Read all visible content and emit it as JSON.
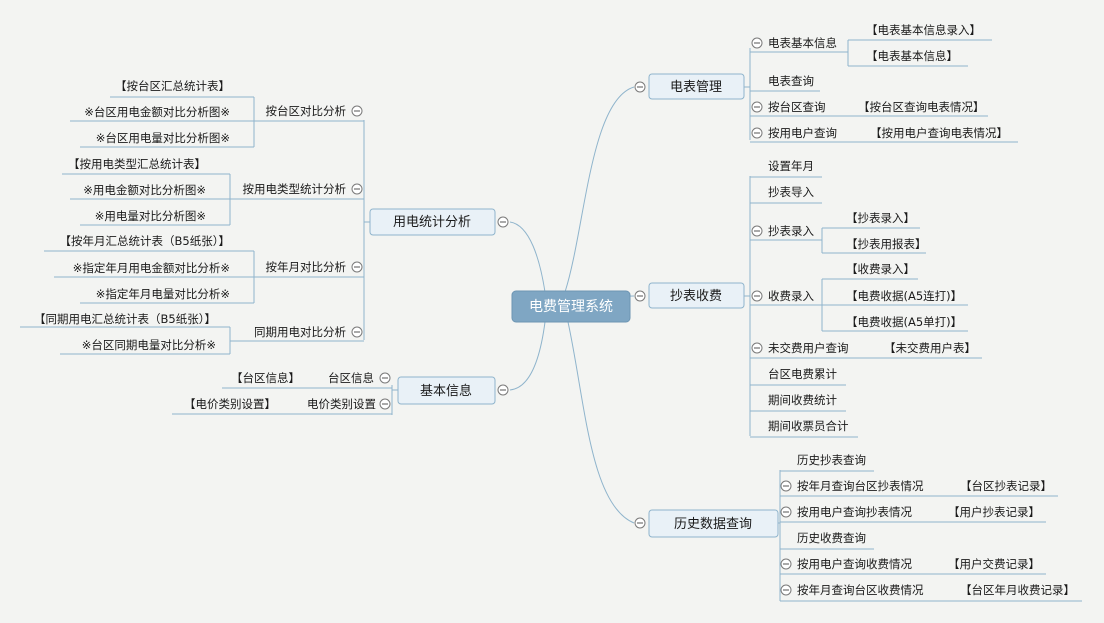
{
  "root": {
    "label": "电费管理系统"
  },
  "branches": {
    "meter_mgmt": {
      "label": "电表管理",
      "items": {
        "basic_info": {
          "label": "电表基本信息",
          "children": [
            "【电表基本信息录入】",
            "【电表基本信息】"
          ]
        },
        "query": {
          "label": "电表查询"
        },
        "by_area": {
          "label": "按台区查询",
          "children": [
            "【按台区查询电表情况】"
          ]
        },
        "by_user": {
          "label": "按用电户查询",
          "children": [
            "【按用电户查询电表情况】"
          ]
        }
      }
    },
    "reading_fee": {
      "label": "抄表收费",
      "items": {
        "set_month": {
          "label": "设置年月"
        },
        "import": {
          "label": "抄表导入"
        },
        "entry": {
          "label": "抄表录入",
          "children": [
            "【抄表录入】",
            "【抄表用报表】"
          ]
        },
        "fee_entry": {
          "label": "收费录入",
          "children": [
            "【收费录入】",
            "【电费收据(A5连打)】",
            "【电费收据(A5单打)】"
          ]
        },
        "unpaid": {
          "label": "未交费用户查询",
          "children": [
            "【未交费用户表】"
          ]
        },
        "area_total": {
          "label": "台区电费累计"
        },
        "period_stat": {
          "label": "期间收费统计"
        },
        "collector_total": {
          "label": "期间收票员合计"
        }
      }
    },
    "history": {
      "label": "历史数据查询",
      "items": {
        "hist_reading": {
          "label": "历史抄表查询"
        },
        "area_reading": {
          "label": "按年月查询台区抄表情况",
          "children": [
            "【台区抄表记录】"
          ]
        },
        "user_reading": {
          "label": "按用电户查询抄表情况",
          "children": [
            "【用户抄表记录】"
          ]
        },
        "hist_fee": {
          "label": "历史收费查询"
        },
        "user_fee": {
          "label": "按用电户查询收费情况",
          "children": [
            "【用户交费记录】"
          ]
        },
        "area_fee": {
          "label": "按年月查询台区收费情况",
          "children": [
            "【台区年月收费记录】"
          ]
        }
      }
    },
    "usage_stats": {
      "label": "用电统计分析",
      "items": {
        "area_compare": {
          "label": "按台区对比分析",
          "children": [
            "【按台区汇总统计表】",
            "※台区用电金额对比分析图※",
            "※台区用电量对比分析图※"
          ]
        },
        "type_stats": {
          "label": "按用电类型统计分析",
          "children": [
            "【按用电类型汇总统计表】",
            "※用电金额对比分析图※",
            "※用电量对比分析图※"
          ]
        },
        "month_compare": {
          "label": "按年月对比分析",
          "children": [
            "【按年月汇总统计表（B5纸张）】",
            "※指定年月用电金额对比分析※",
            "※指定年月电量对比分析※"
          ]
        },
        "same_period": {
          "label": "同期用电对比分析",
          "children": [
            "【同期用电汇总统计表（B5纸张）】",
            "※台区同期电量对比分析※"
          ]
        }
      }
    },
    "basic_info": {
      "label": "基本信息",
      "items": {
        "area_info": {
          "label": "台区信息",
          "children": [
            "【台区信息】"
          ]
        },
        "price_type": {
          "label": "电价类别设置",
          "children": [
            "【电价类别设置】"
          ]
        }
      }
    }
  }
}
